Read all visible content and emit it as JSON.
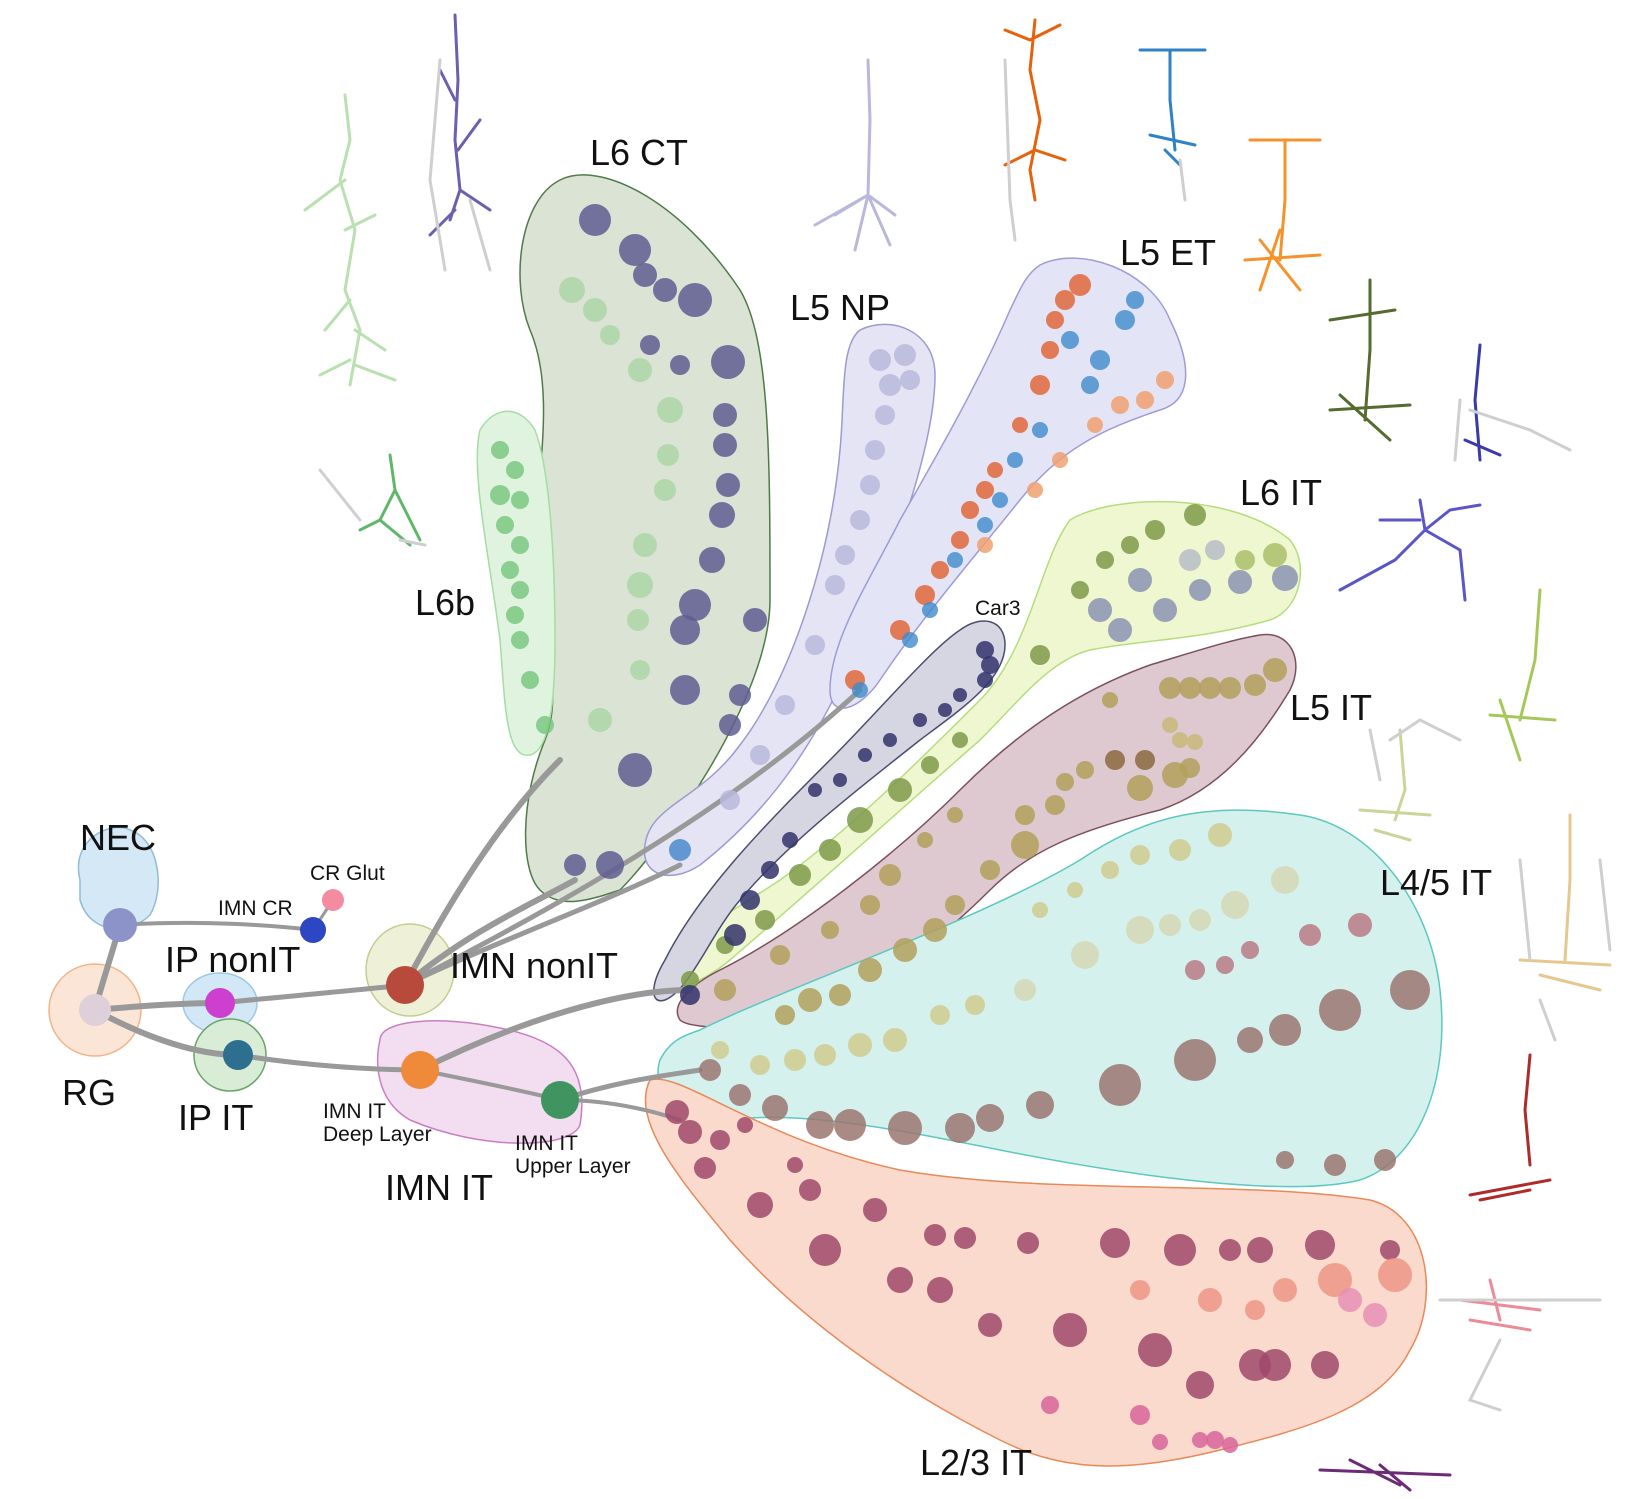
{
  "labels": {
    "nec": "NEC",
    "rg": "RG",
    "ip_nonit": "IP nonIT",
    "ip_it": "IP IT",
    "imn_cr": "IMN CR",
    "cr_glut": "CR Glut",
    "imn_nonit": "IMN nonIT",
    "imn_it": "IMN IT",
    "imn_it_deep_1": "IMN IT",
    "imn_it_deep_2": "Deep Layer",
    "imn_it_upper_1": "IMN IT",
    "imn_it_upper_2": "Upper Layer",
    "l6ct": "L6 CT",
    "l5np": "L5 NP",
    "l5et": "L5 ET",
    "l6b": "L6b",
    "l6it": "L6 IT",
    "car3": "Car3",
    "l5it": "L5 IT",
    "l45it": "L4/5 IT",
    "l23it": "L2/3 IT"
  },
  "colors": {
    "nec": "#8b93c9",
    "rg": "#ddd0d8",
    "ip_nonit": "#cc3fcf",
    "ip_it": "#2d6f8e",
    "imn_cr": "#2c46c4",
    "cr_glut": "#f48ca0",
    "imn_nonit": "#b84a3c",
    "imn_it_deep": "#ee8a3a",
    "imn_it_upper": "#3f9460",
    "l6ct": "#5f5d92",
    "l6ct_light": "#a9d4a4",
    "l5np": "#b9b8dc",
    "l5et_orange": "#e0673a",
    "l5et_blue": "#3f8bcc",
    "l6b": "#74c57b",
    "l6it": "#7e9a4a",
    "car3": "#33336b",
    "l5it": "#b2a05c",
    "l45it": "#9b7670",
    "l23it": "#a0486a"
  }
}
